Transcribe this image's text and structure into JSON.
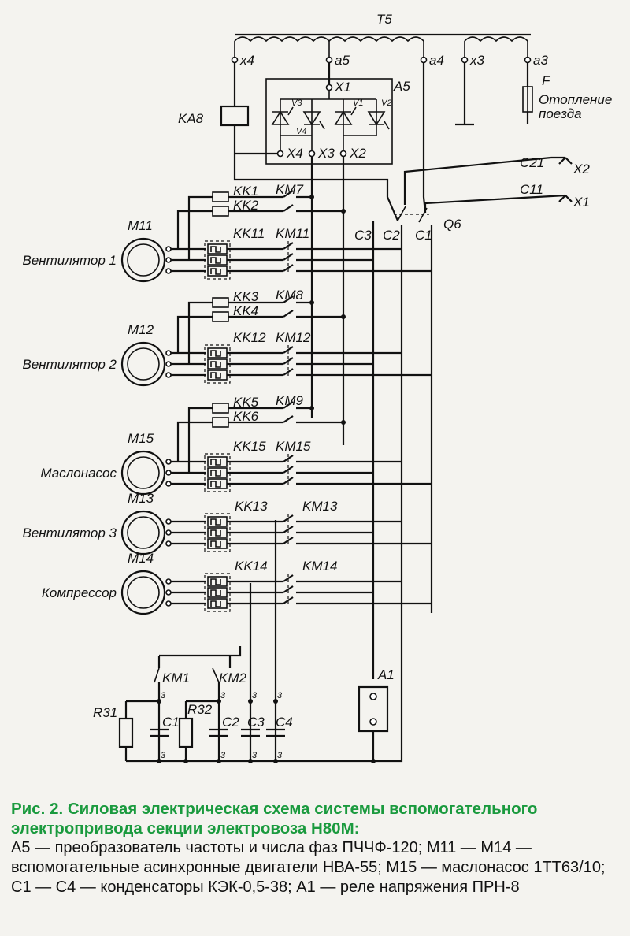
{
  "transformer": {
    "name": "T5",
    "taps": [
      "x4",
      "a5",
      "a4",
      "x3",
      "a3"
    ]
  },
  "converter": {
    "name": "A5",
    "thyristors": [
      "V3",
      "V4",
      "V1",
      "V2"
    ],
    "terminals": [
      "X1",
      "X4",
      "X3",
      "X2"
    ]
  },
  "relay_ka8": "KA8",
  "fuse": {
    "name": "F",
    "label_line1": "Отопление",
    "label_line2": "поезда"
  },
  "switch_q6": {
    "name": "Q6",
    "poles": [
      "C2",
      "C1"
    ]
  },
  "bus_c3": "C3",
  "lines": [
    {
      "name": "C21",
      "connector": "X2"
    },
    {
      "name": "C11",
      "connector": "X1"
    }
  ],
  "motors": [
    {
      "id": "M11",
      "name": "Вентилятор 1",
      "relays": [
        "KK1",
        "KK2",
        "KK11"
      ],
      "contactors": [
        "KM7",
        "KM11"
      ]
    },
    {
      "id": "M12",
      "name": "Вентилятор 2",
      "relays": [
        "KK3",
        "KK4",
        "KK12"
      ],
      "contactors": [
        "KM8",
        "KM12"
      ]
    },
    {
      "id": "M15",
      "name": "Маслонасос",
      "relays": [
        "KK5",
        "KK6",
        "KK15"
      ],
      "contactors": [
        "KM9",
        "KM15"
      ]
    },
    {
      "id": "M13",
      "name": "Вентилятор 3",
      "relays": [
        "KK13"
      ],
      "contactors": [
        "KM13"
      ]
    },
    {
      "id": "M14",
      "name": "Компрессор",
      "relays": [
        "KK14"
      ],
      "contactors": [
        "KM14"
      ]
    }
  ],
  "capacitor_section": {
    "switches": [
      "KM1",
      "KM2"
    ],
    "resistors": [
      "R31",
      "R32"
    ],
    "capacitors": [
      "C1",
      "C2",
      "C3",
      "C4"
    ],
    "terminal_mark": "3"
  },
  "voltage_relay": "A1",
  "caption": {
    "title": "Рис. 2. Силовая электрическая схема системы вспомогательного электропривода секции электровоза Н80М:",
    "body": "А5 — преобразователь частоты и числа фаз ПЧЧФ-120; М11 — М14 — вспомогательные асинхронные двигатели НВА-55; М15 — маслонасос 1ТТ63/10; С1 — С4 — конденсаторы КЭК-0,5-38; А1 — реле напряжения ПРН-8"
  }
}
